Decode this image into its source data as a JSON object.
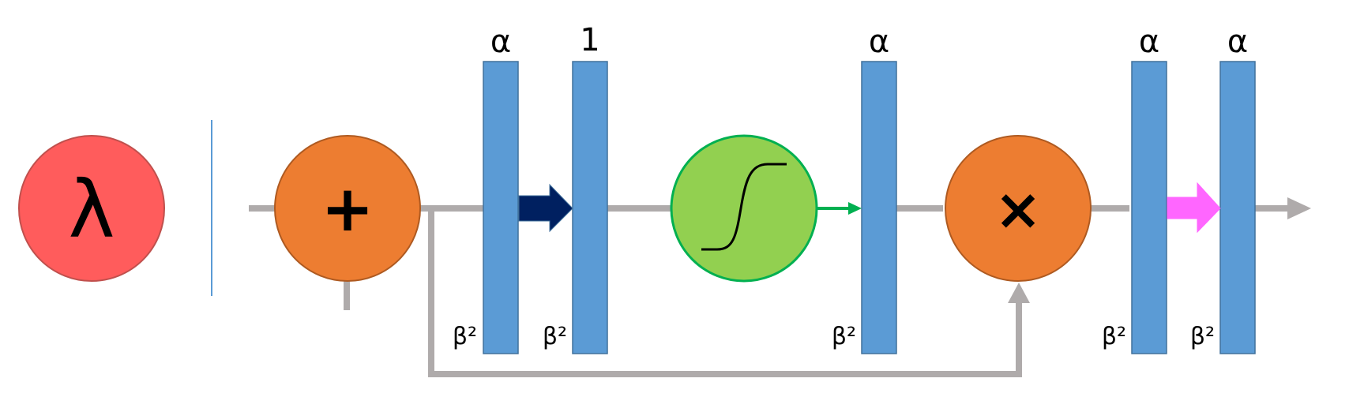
{
  "lambda_node": {
    "symbol": "λ",
    "color": "#ff5c5c"
  },
  "add_node": {
    "symbol": "+",
    "color": "#ed7d31"
  },
  "sigmoid_node": {
    "icon": "sigmoid-curve",
    "color": "#92d050",
    "border": "#00b050"
  },
  "multiply_node": {
    "symbol": "×",
    "color": "#ed7d31"
  },
  "bars": [
    {
      "top_label": "α",
      "bottom_label": "β²"
    },
    {
      "top_label": "1",
      "bottom_label": "β²"
    },
    {
      "top_label": "α",
      "bottom_label": "β²"
    },
    {
      "top_label": "α",
      "bottom_label": "β²"
    },
    {
      "top_label": "α",
      "bottom_label": "β²"
    }
  ],
  "colors": {
    "bar": "#5b9bd5",
    "line": "#afabab",
    "dark_arrow": "#002060",
    "green_arrow": "#00b050",
    "pink_arrow": "#ff66ff",
    "separator": "#5b9bd5"
  }
}
